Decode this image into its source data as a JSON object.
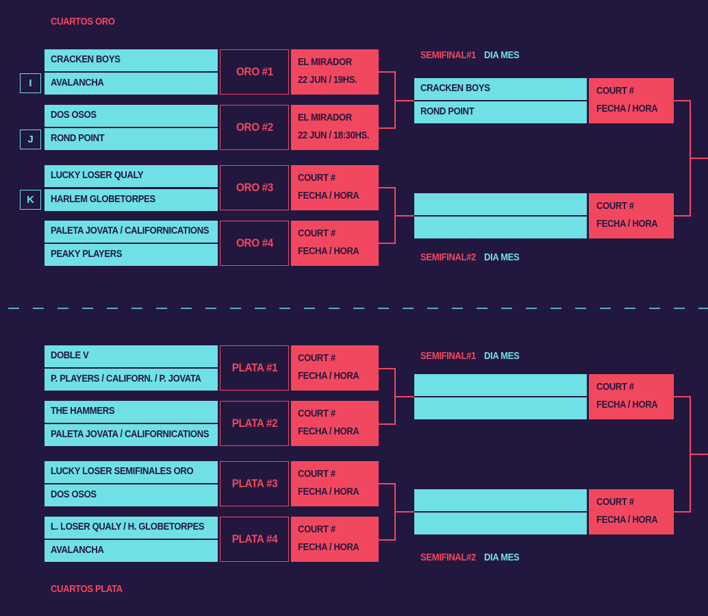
{
  "oro": {
    "heading": "CUARTOS ORO",
    "groups": [
      "I",
      "J",
      "K"
    ],
    "matches": [
      {
        "team1": "CRACKEN BOYS",
        "team2": "AVALANCHA",
        "label": "ORO #1",
        "line1": "EL MIRADOR",
        "line2": "22 JUN / 19HS."
      },
      {
        "team1": "DOS OSOS",
        "team2": "ROND POINT",
        "label": "ORO #2",
        "line1": "EL MIRADOR",
        "line2": "22 JUN / 18:30HS."
      },
      {
        "team1": "LUCKY LOSER QUALY",
        "team2": "HARLEM GLOBETORPES",
        "label": "ORO #3",
        "line1": "COURT #",
        "line2": "FECHA / HORA"
      },
      {
        "team1": "PALETA JOVATA / CALIFORNICATIONS",
        "team2": "PEAKY PLAYERS",
        "label": "ORO #4",
        "line1": "COURT #",
        "line2": "FECHA / HORA"
      }
    ],
    "semis": [
      {
        "label": "SEMIFINAL#1",
        "date": "DIA MES",
        "team1": "CRACKEN BOYS",
        "team2": "ROND POINT",
        "line1": "COURT #",
        "line2": "FECHA / HORA"
      },
      {
        "label": "SEMIFINAL#2",
        "date": "DIA MES",
        "team1": "",
        "team2": "",
        "line1": "COURT #",
        "line2": "FECHA / HORA"
      }
    ]
  },
  "plata": {
    "heading": "CUARTOS PLATA",
    "matches": [
      {
        "team1": "DOBLE V",
        "team2": "P. PLAYERS / CALIFORN.  / P. JOVATA",
        "label": "PLATA #1",
        "line1": "COURT #",
        "line2": "FECHA / HORA"
      },
      {
        "team1": "THE HAMMERS",
        "team2": "PALETA JOVATA / CALIFORNICATIONS",
        "label": "PLATA #2",
        "line1": "COURT #",
        "line2": "FECHA / HORA"
      },
      {
        "team1": "LUCKY LOSER SEMIFINALES ORO",
        "team2": "DOS OSOS",
        "label": "PLATA #3",
        "line1": "COURT #",
        "line2": "FECHA / HORA"
      },
      {
        "team1": "L. LOSER QUALY / H. GLOBETORPES",
        "team2": "AVALANCHA",
        "label": "PLATA #4",
        "line1": "COURT #",
        "line2": "FECHA / HORA"
      }
    ],
    "semis": [
      {
        "label": "SEMIFINAL#1",
        "date": "DIA MES",
        "team1": "",
        "team2": "",
        "line1": "COURT #",
        "line2": "FECHA / HORA"
      },
      {
        "label": "SEMIFINAL#2",
        "date": "DIA MES",
        "team1": "",
        "team2": "",
        "line1": "COURT #",
        "line2": "FECHA / HORA"
      }
    ]
  },
  "colors": {
    "background": "#22173f",
    "team_bar": "#6ee0e6",
    "accent": "#f2485f"
  }
}
